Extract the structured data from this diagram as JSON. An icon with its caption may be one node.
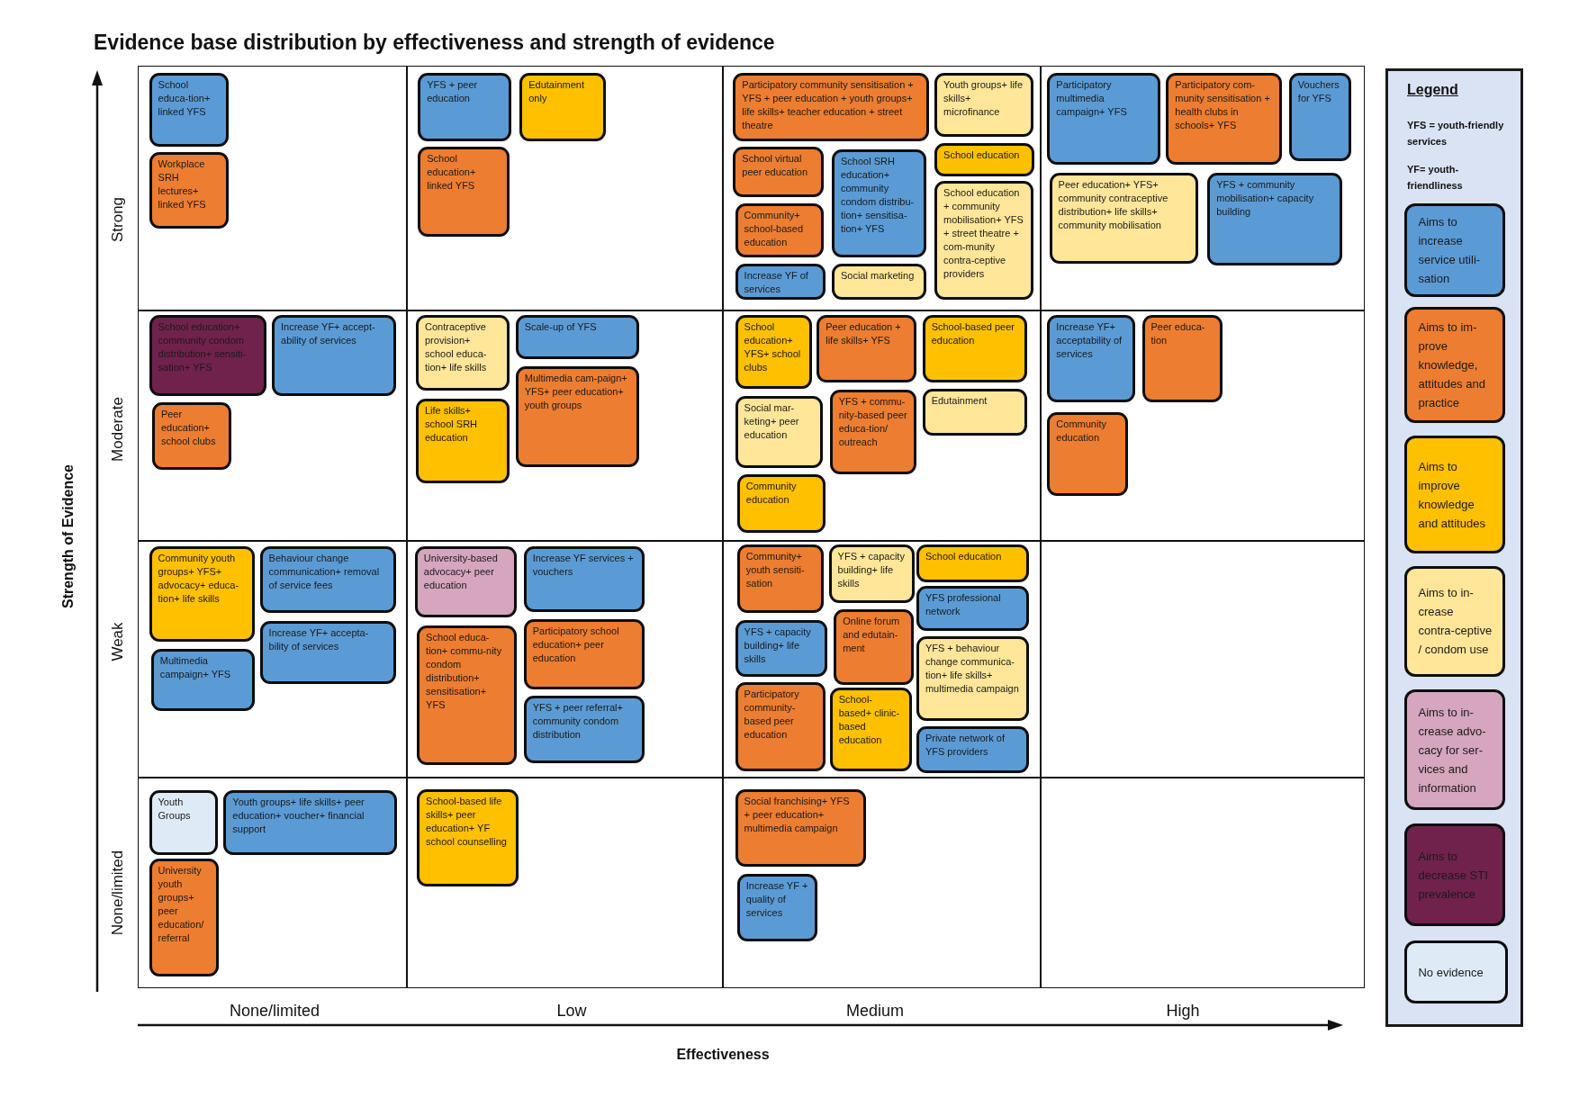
{
  "diagram": {
    "title": "Evidence base distribution by effectiveness and strength of evidence",
    "nodes": [
      {
        "text": [],
        "shape": "box"
      },
      {
        "text": [
          "School educa-tion+ linked YFS"
        ],
        "in": 0
      },
      {
        "text": [
          "Workplace SRH lectures+ linked YFS"
        ],
        "in": 0
      },
      {
        "text": [],
        "shape": "box"
      },
      {
        "text": [
          "YFS + peer education"
        ],
        "in": 3
      },
      {
        "text": [
          "Edutainment only"
        ],
        "in": 3
      },
      {
        "text": [
          "School education+ linked YFS"
        ],
        "in": 3
      },
      {
        "text": [],
        "shape": "box"
      },
      {
        "text": [
          "Participatory community sensitisation + YFS + peer education + youth groups+ life skills+ teacher education + street theatre"
        ],
        "in": 7
      },
      {
        "text": [
          "Youth groups+ life skills+ microfinance"
        ],
        "in": 7
      },
      {
        "text": [
          "School virtual peer education"
        ],
        "in": 7
      },
      {
        "text": [
          "School SRH education+ community condom distribu-tion+ sensitisa-tion+ YFS"
        ],
        "in": 7
      },
      {
        "text": [
          "School education"
        ],
        "in": 7
      },
      {
        "text": [
          "School education + community mobilisation+ YFS + street theatre + com-munity contra-ceptive providers"
        ],
        "in": 7
      },
      {
        "text": [
          "Community+ school-based education"
        ],
        "in": 7
      },
      {
        "text": [
          "Increase YF of services"
        ],
        "in": 7
      },
      {
        "text": [
          "Social marketing"
        ],
        "in": 7
      },
      {
        "text": [],
        "shape": "box"
      },
      {
        "text": [
          "Participatory multimedia campaign+ YFS"
        ],
        "in": 17
      },
      {
        "text": [
          "Participatory com-munity sensitisation + health clubs in schools+ YFS"
        ],
        "in": 17
      },
      {
        "text": [
          "Vouchers for YFS"
        ],
        "in": 17
      },
      {
        "text": [
          "Peer education+ YFS+ community contraceptive distribution+ life skills+ community mobilisation"
        ],
        "in": 17
      },
      {
        "text": [
          "YFS + community mobilisation+ capacity building"
        ],
        "in": 17
      },
      {
        "text": [],
        "shape": "box"
      },
      {
        "text": [
          "School education+ community condom distribution+ sensiti-sation+ YFS"
        ],
        "in": 23
      },
      {
        "text": [
          "Increase YF+ accept-ability of services"
        ],
        "in": 23
      },
      {
        "text": [
          "Peer education+ school clubs"
        ],
        "in": 23
      },
      {
        "text": [],
        "shape": "box"
      },
      {
        "text": [
          "Contraceptive provision+ school educa-tion+ life skills"
        ],
        "in": 27
      },
      {
        "text": [
          "Scale-up of YFS"
        ],
        "in": 27
      },
      {
        "text": [
          "Multimedia cam-paign+ YFS+ peer education+ youth groups"
        ],
        "in": 27
      },
      {
        "text": [
          "Life skills+ school SRH education"
        ],
        "in": 27
      },
      {
        "text": [],
        "shape": "box"
      },
      {
        "text": [
          "School education+ YFS+ school clubs"
        ],
        "in": 32
      },
      {
        "text": [
          "Peer education + life skills+ YFS"
        ],
        "in": 32
      },
      {
        "text": [
          "School-based peer education"
        ],
        "in": 32
      },
      {
        "text": [
          "Social mar-keting+ peer education"
        ],
        "in": 32
      },
      {
        "text": [
          "YFS + commu-nity-based peer educa-tion/ outreach"
        ],
        "in": 32
      },
      {
        "text": [
          "Edutainment"
        ],
        "in": 32
      },
      {
        "text": [
          "Community education"
        ],
        "in": 32
      },
      {
        "text": [],
        "shape": "box"
      },
      {
        "text": [
          "Increase YF+ acceptability of services"
        ],
        "in": 40
      },
      {
        "text": [
          "Peer educa-tion"
        ],
        "in": 40
      },
      {
        "text": [
          "Community education"
        ],
        "in": 40
      },
      {
        "text": [],
        "shape": "box"
      },
      {
        "text": [
          "Community youth groups+ YFS+ advocacy+ educa-tion+ life skills"
        ],
        "in": 44
      },
      {
        "text": [
          "Behaviour change communication+ removal of service fees"
        ],
        "in": 44
      },
      {
        "text": [
          "Increase YF+ accepta-bility of services"
        ],
        "in": 44
      },
      {
        "text": [
          "Multimedia campaign+ YFS"
        ],
        "in": 44
      },
      {
        "text": [],
        "shape": "box"
      },
      {
        "text": [
          "University-based advocacy+ peer education"
        ],
        "in": 49
      },
      {
        "text": [
          "Increase YF services + vouchers"
        ],
        "in": 49
      },
      {
        "text": [
          "School educa-tion+ commu-nity condom distribution+ sensitisation+ YFS"
        ],
        "in": 49
      },
      {
        "text": [
          "Participatory school education+ peer education"
        ],
        "in": 49
      },
      {
        "text": [
          "YFS + peer referral+ community condom distribution"
        ],
        "in": 49
      },
      {
        "text": [],
        "shape": "box"
      },
      {
        "text": [
          "Community+ youth sensiti-sation"
        ],
        "in": 55
      },
      {
        "text": [
          "YFS + capacity building+ life skills"
        ],
        "in": 55
      },
      {
        "text": [
          "School education"
        ],
        "in": 55
      },
      {
        "text": [
          "YFS professional network"
        ],
        "in": 55
      },
      {
        "text": [
          "YFS + capacity building+ life skills"
        ],
        "in": 55
      },
      {
        "text": [
          "Online forum and edutain-ment"
        ],
        "in": 55
      },
      {
        "text": [
          "YFS + behaviour change communica-tion+ life skills+ multimedia campaign"
        ],
        "in": 55
      },
      {
        "text": [
          "Participatory community-based peer education"
        ],
        "in": 55
      },
      {
        "text": [
          "School-based+ clinic-based education"
        ],
        "in": 55
      },
      {
        "text": [
          "Private network of YFS providers"
        ],
        "in": 55
      },
      {
        "text": [],
        "shape": "box"
      },
      {
        "text": [],
        "shape": "box"
      },
      {
        "text": [
          "Youth Groups"
        ],
        "in": 67
      },
      {
        "text": [
          "Youth groups+ life skills+ peer education+ voucher+ financial support"
        ],
        "in": 67
      },
      {
        "text": [
          "University youth groups+ peer education/ referral"
        ],
        "in": 67
      },
      {
        "text": [],
        "shape": "box"
      },
      {
        "text": [
          "School-based life skills+ peer education+ YF school counselling"
        ],
        "in": 71
      },
      {
        "text": [],
        "shape": "box"
      },
      {
        "text": [
          "Social franchising+ YFS + peer education+ multimedia campaign"
        ],
        "in": 73
      },
      {
        "text": [
          "Increase YF + quality of services"
        ],
        "in": 73
      },
      {
        "text": [],
        "shape": "box"
      }
    ],
    "labels": [
      "Strong",
      "Moderate",
      "Weak",
      "None/limited",
      "Strength of Evidence",
      "None/limited",
      "Low",
      "Medium",
      "High",
      "Effectiveness",
      "Legend",
      "YFS = youth-friendly services",
      "YF= youth-friendliness"
    ],
    "legend": [
      {
        "text": "Aims to increase service utili-sation",
        "color": "#5b9bd5"
      },
      {
        "text": "Aims to im-prove knowledge, attitudes and practice",
        "color": "#ed7d31"
      },
      {
        "text": "Aims to improve knowledge and attitudes",
        "color": "#ffc000"
      },
      {
        "text": "Aims to in-crease contra-ceptive / condom use",
        "color": "#ffe699"
      },
      {
        "text": "Aims to in-crease advo-cacy for ser-vices and information",
        "color": "#d5a6bd"
      },
      {
        "text": "Aims to decrease STI prevalence",
        "color": "#70224c"
      },
      {
        "text": "No evidence",
        "color": "#deebf7"
      }
    ]
  }
}
